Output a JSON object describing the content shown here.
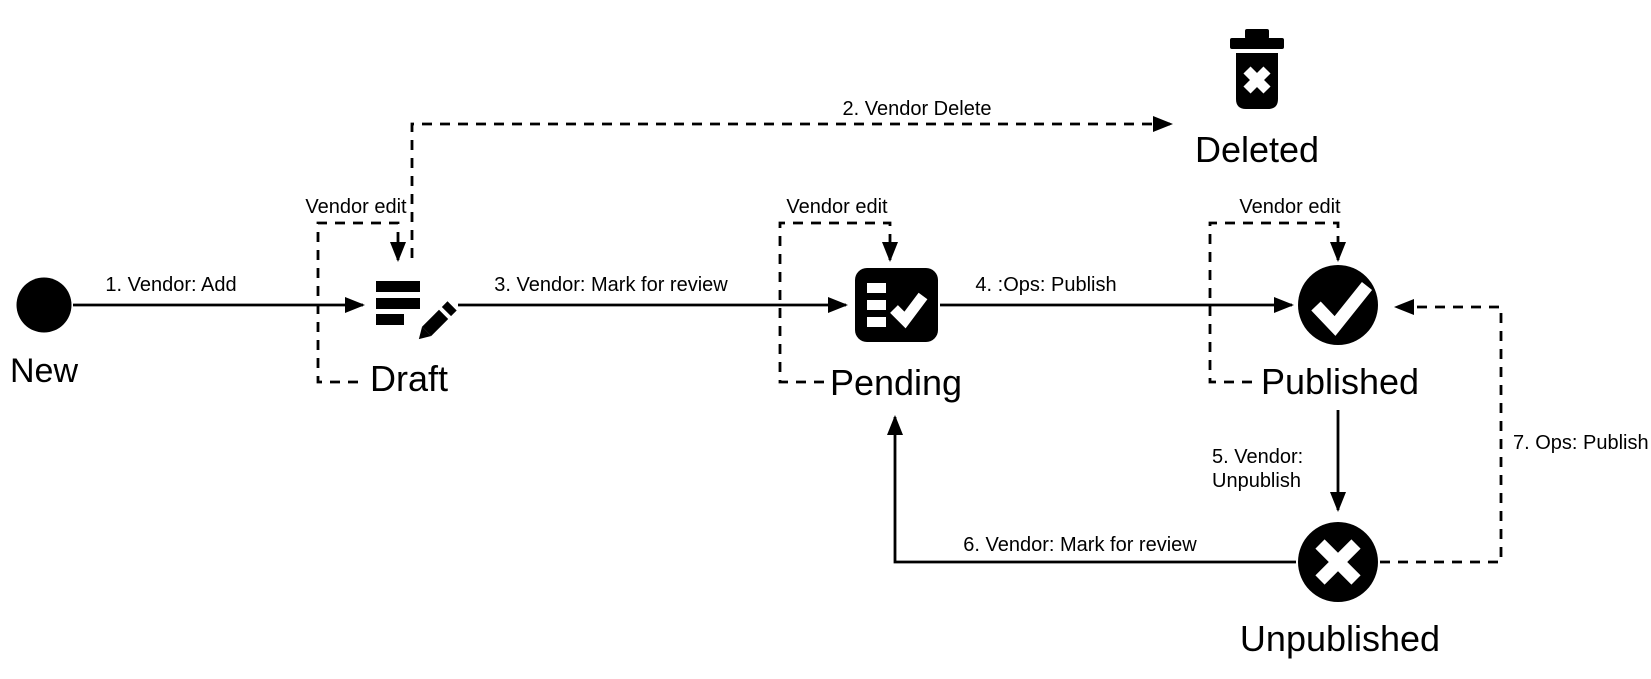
{
  "diagram": {
    "type": "state-workflow",
    "colors": {
      "ink": "#000000",
      "background": "#ffffff"
    },
    "nodes": {
      "new": {
        "label": "New",
        "icon": "filled-circle-icon"
      },
      "draft": {
        "label": "Draft",
        "icon": "edit-document-icon"
      },
      "pending": {
        "label": "Pending",
        "icon": "checklist-icon"
      },
      "published": {
        "label": "Published",
        "icon": "check-circle-icon"
      },
      "deleted": {
        "label": "Deleted",
        "icon": "trash-x-icon"
      },
      "unpublished": {
        "label": "Unpublished",
        "icon": "x-circle-icon"
      }
    },
    "edges": {
      "e1": {
        "from": "New",
        "to": "Draft",
        "style": "solid",
        "label": "1. Vendor: Add"
      },
      "e2": {
        "from": "Draft",
        "to": "Deleted",
        "style": "dashed",
        "label": "2. Vendor Delete"
      },
      "e3": {
        "from": "Draft",
        "to": "Pending",
        "style": "solid",
        "label": "3. Vendor: Mark for review"
      },
      "e4": {
        "from": "Pending",
        "to": "Published",
        "style": "solid",
        "label": "4. :Ops: Publish"
      },
      "e5": {
        "from": "Published",
        "to": "Unpublished",
        "style": "solid",
        "label": "5. Vendor: Unpublish",
        "label_line1": "5. Vendor:",
        "label_line2": "Unpublish"
      },
      "e6": {
        "from": "Unpublished",
        "to": "Pending",
        "style": "solid",
        "label": "6. Vendor: Mark for review"
      },
      "e7": {
        "from": "Unpublished",
        "to": "Published",
        "style": "dashed",
        "label": "7. Ops: Publish"
      },
      "loop_draft": {
        "from": "Draft",
        "to": "Draft",
        "style": "dashed",
        "label": "Vendor edit"
      },
      "loop_pending": {
        "from": "Pending",
        "to": "Pending",
        "style": "dashed",
        "label": "Vendor edit"
      },
      "loop_published": {
        "from": "Published",
        "to": "Published",
        "style": "dashed",
        "label": "Vendor edit"
      }
    }
  }
}
